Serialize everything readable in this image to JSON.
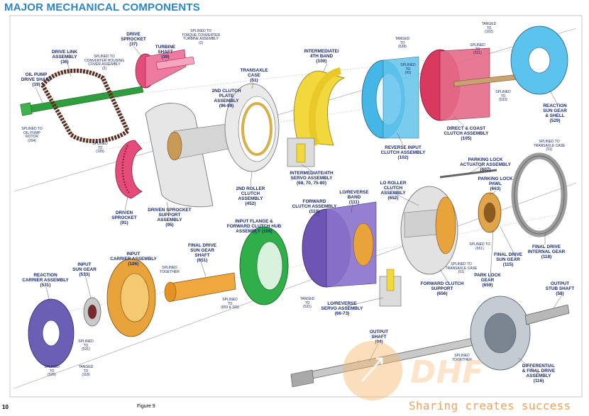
{
  "page": {
    "heading": "MAJOR MECHANICAL COMPONENTS",
    "page_number": "10",
    "figure_label": "Figure 9",
    "watermark": {
      "text": "Sharing creates success",
      "logo_text": "DHF"
    }
  },
  "components": [
    {
      "id": "oil-pump-drive-shaft",
      "label": "OIL PUMP\nDRIVE SHAFT\n(19)"
    },
    {
      "id": "drive-link-assembly",
      "label": "DRIVE LINK\nASSEMBLY\n(36)"
    },
    {
      "id": "drive-sprocket",
      "label": "DRIVE\nSPROCKET\n(37)"
    },
    {
      "id": "turbine-shaft",
      "label": "TURBINE\nSHAFT\n(39)"
    },
    {
      "id": "transaxle-case",
      "label": "TRANSAXLE\nCASE\n(51)"
    },
    {
      "id": "intermediate-4th-band",
      "label": "INTERMEDIATE/\n4TH BAND\n(100)"
    },
    {
      "id": "2nd-clutch-plate-assembly",
      "label": "2ND CLUTCH\nPLATE\nASSEMBLY\n(96-99)"
    },
    {
      "id": "reaction-sun-gear-shell",
      "label": "REACTION\nSUN GEAR\n& SHELL\n(529)"
    },
    {
      "id": "direct-coast-clutch-assembly",
      "label": "DIRECT & COAST\nCLUTCH ASSEMBLY\n(105)"
    },
    {
      "id": "reverse-input-clutch-assembly",
      "label": "REVERSE INPUT\nCLUTCH ASSEMBLY\n(102)"
    },
    {
      "id": "intermediate-4th-servo-assembly",
      "label": "INTERMEDIATE/4TH\nSERVO ASSEMBLY\n(68, 70, 75-80)"
    },
    {
      "id": "2nd-roller-clutch-assembly",
      "label": "2ND ROLLER\nCLUTCH\nASSEMBLY\n(452)"
    },
    {
      "id": "driven-sprocket",
      "label": "DRIVEN\nSPROCKET\n(91)"
    },
    {
      "id": "driven-sprocket-support-assembly",
      "label": "DRIVEN SPROCKET\nSUPPORT ASSEMBLY\n(95)"
    },
    {
      "id": "parking-lock-actuator-assembly",
      "label": "PARKING LOCK\nACTUATOR ASSEMBLY\n(607)"
    },
    {
      "id": "parking-lock-pawl",
      "label": "PARKING LOCK\nPAWL\n(663)"
    },
    {
      "id": "lo-roller-clutch-assembly",
      "label": "LO ROLLER\nCLUTCH\nASSEMBLY\n(652)"
    },
    {
      "id": "lo-reverse-band",
      "label": "LO/REVERSE\nBAND\n(111)"
    },
    {
      "id": "forward-clutch-assembly",
      "label": "FORWARD\nCLUTCH ASSEMBLY\n(110)"
    },
    {
      "id": "input-flange-forward-clutch-hub",
      "label": "INPUT FLANGE &\nFORWARD CLUTCH HUB\nASSEMBLY (108)"
    },
    {
      "id": "final-drive-internal-gear",
      "label": "FINAL DRIVE\nINTERNAL GEAR\n(118)"
    },
    {
      "id": "final-drive-sun-gear-115",
      "label": "FINAL DRIVE\nSUN GEAR\n(115)"
    },
    {
      "id": "park-lock-gear",
      "label": "PARK LOCK\nGEAR\n(659)"
    },
    {
      "id": "forward-clutch-support",
      "label": "FORWARD CLUTCH\nSUPPORT\n(656)"
    },
    {
      "id": "lo-reverse-servo-assembly",
      "label": "LO/REVERSE\nSERVO ASSEMBLY\n(66-73)"
    },
    {
      "id": "final-drive-sun-gear-shaft",
      "label": "FINAL DRIVE\nSUN GEAR\nSHAFT\n(651)"
    },
    {
      "id": "input-carrier-assembly",
      "label": "INPUT\nCARRIER ASSEMBLY\n(106)"
    },
    {
      "id": "input-sun-gear",
      "label": "INPUT\nSUN GEAR\n(533)"
    },
    {
      "id": "reaction-carrier-assembly",
      "label": "REACTION\nCARRIER ASSEMBLY\n(531)"
    },
    {
      "id": "output-stub-shaft",
      "label": "OUTPUT\nSTUB SHAFT\n(58)"
    },
    {
      "id": "output-shaft",
      "label": "OUTPUT\nSHAFT\n(94)"
    },
    {
      "id": "differential-final-drive-assembly",
      "label": "DIFFERENTIAL\n& FINAL DRIVE\nASSEMBLY\n(116)"
    }
  ],
  "callouts": [
    {
      "id": "splined-to-oil-pump-rotor",
      "text": "SPLINED TO\nOIL PUMP\nROTOR\n(204)"
    },
    {
      "id": "splined-to-converter-housing",
      "text": "SPLINED TO\nCONVERTER HOUSING\nCOVER ASSEMBLY\n(2)"
    },
    {
      "id": "splined-to-torque-converter",
      "text": "SPLINED TO\nTORQUE CONVERTER\nTURBINE ASSEMBLY\n(2)"
    },
    {
      "id": "tanged-to-528",
      "text": "TANGED\nTO\n(528)"
    },
    {
      "id": "tanged-to-102",
      "text": "TANGED\nTO\n(102)"
    },
    {
      "id": "splined-to-531-a",
      "text": "SPLINED\nTO\n(531)"
    },
    {
      "id": "splined-to-91",
      "text": "SPLINED\nTO\n(91)"
    },
    {
      "id": "splined-to-533",
      "text": "SPLINED\nTO\n(533)"
    },
    {
      "id": "splined-to-105",
      "text": "SPLINED\nTO\n(105)"
    },
    {
      "id": "splined-to-transaxle-case-51",
      "text": "SPLINED TO\nTRANSAXLE CASE\n(51)"
    },
    {
      "id": "splined-to-651",
      "text": "SPLINED TO\n(651)"
    },
    {
      "id": "splined-to-transaxle-case-51-b",
      "text": "SPLINED TO\nTRANSAXLE CASE\n(51)"
    },
    {
      "id": "tanged-to-531",
      "text": "TANGED\nTO\n(531)"
    },
    {
      "id": "splined-together-a",
      "text": "SPLINED\nTOGETHER"
    },
    {
      "id": "splined-to-659-115",
      "text": "SPLINED\nTO\n(659 & 115)"
    },
    {
      "id": "splined-to-531-b",
      "text": "SPLINED\nTO\n(531)"
    },
    {
      "id": "splined-to-526",
      "text": "SPLINED\nTO\n(526)"
    },
    {
      "id": "tanged-to-118",
      "text": "TANGED\nTO\n(118)"
    },
    {
      "id": "splined-together-b",
      "text": "SPLINED\nTOGETHER"
    }
  ]
}
